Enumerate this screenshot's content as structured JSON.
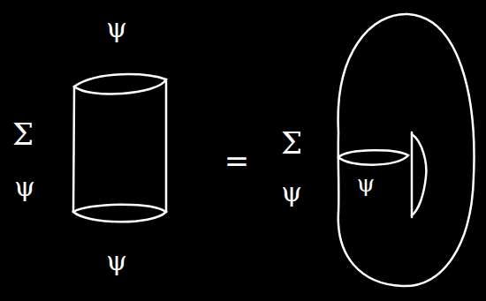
{
  "diagram": {
    "labels": [
      "ψ",
      "Σ",
      "ψ",
      "=",
      "Σ",
      "ψ",
      "ψ",
      "ψ"
    ]
  }
}
